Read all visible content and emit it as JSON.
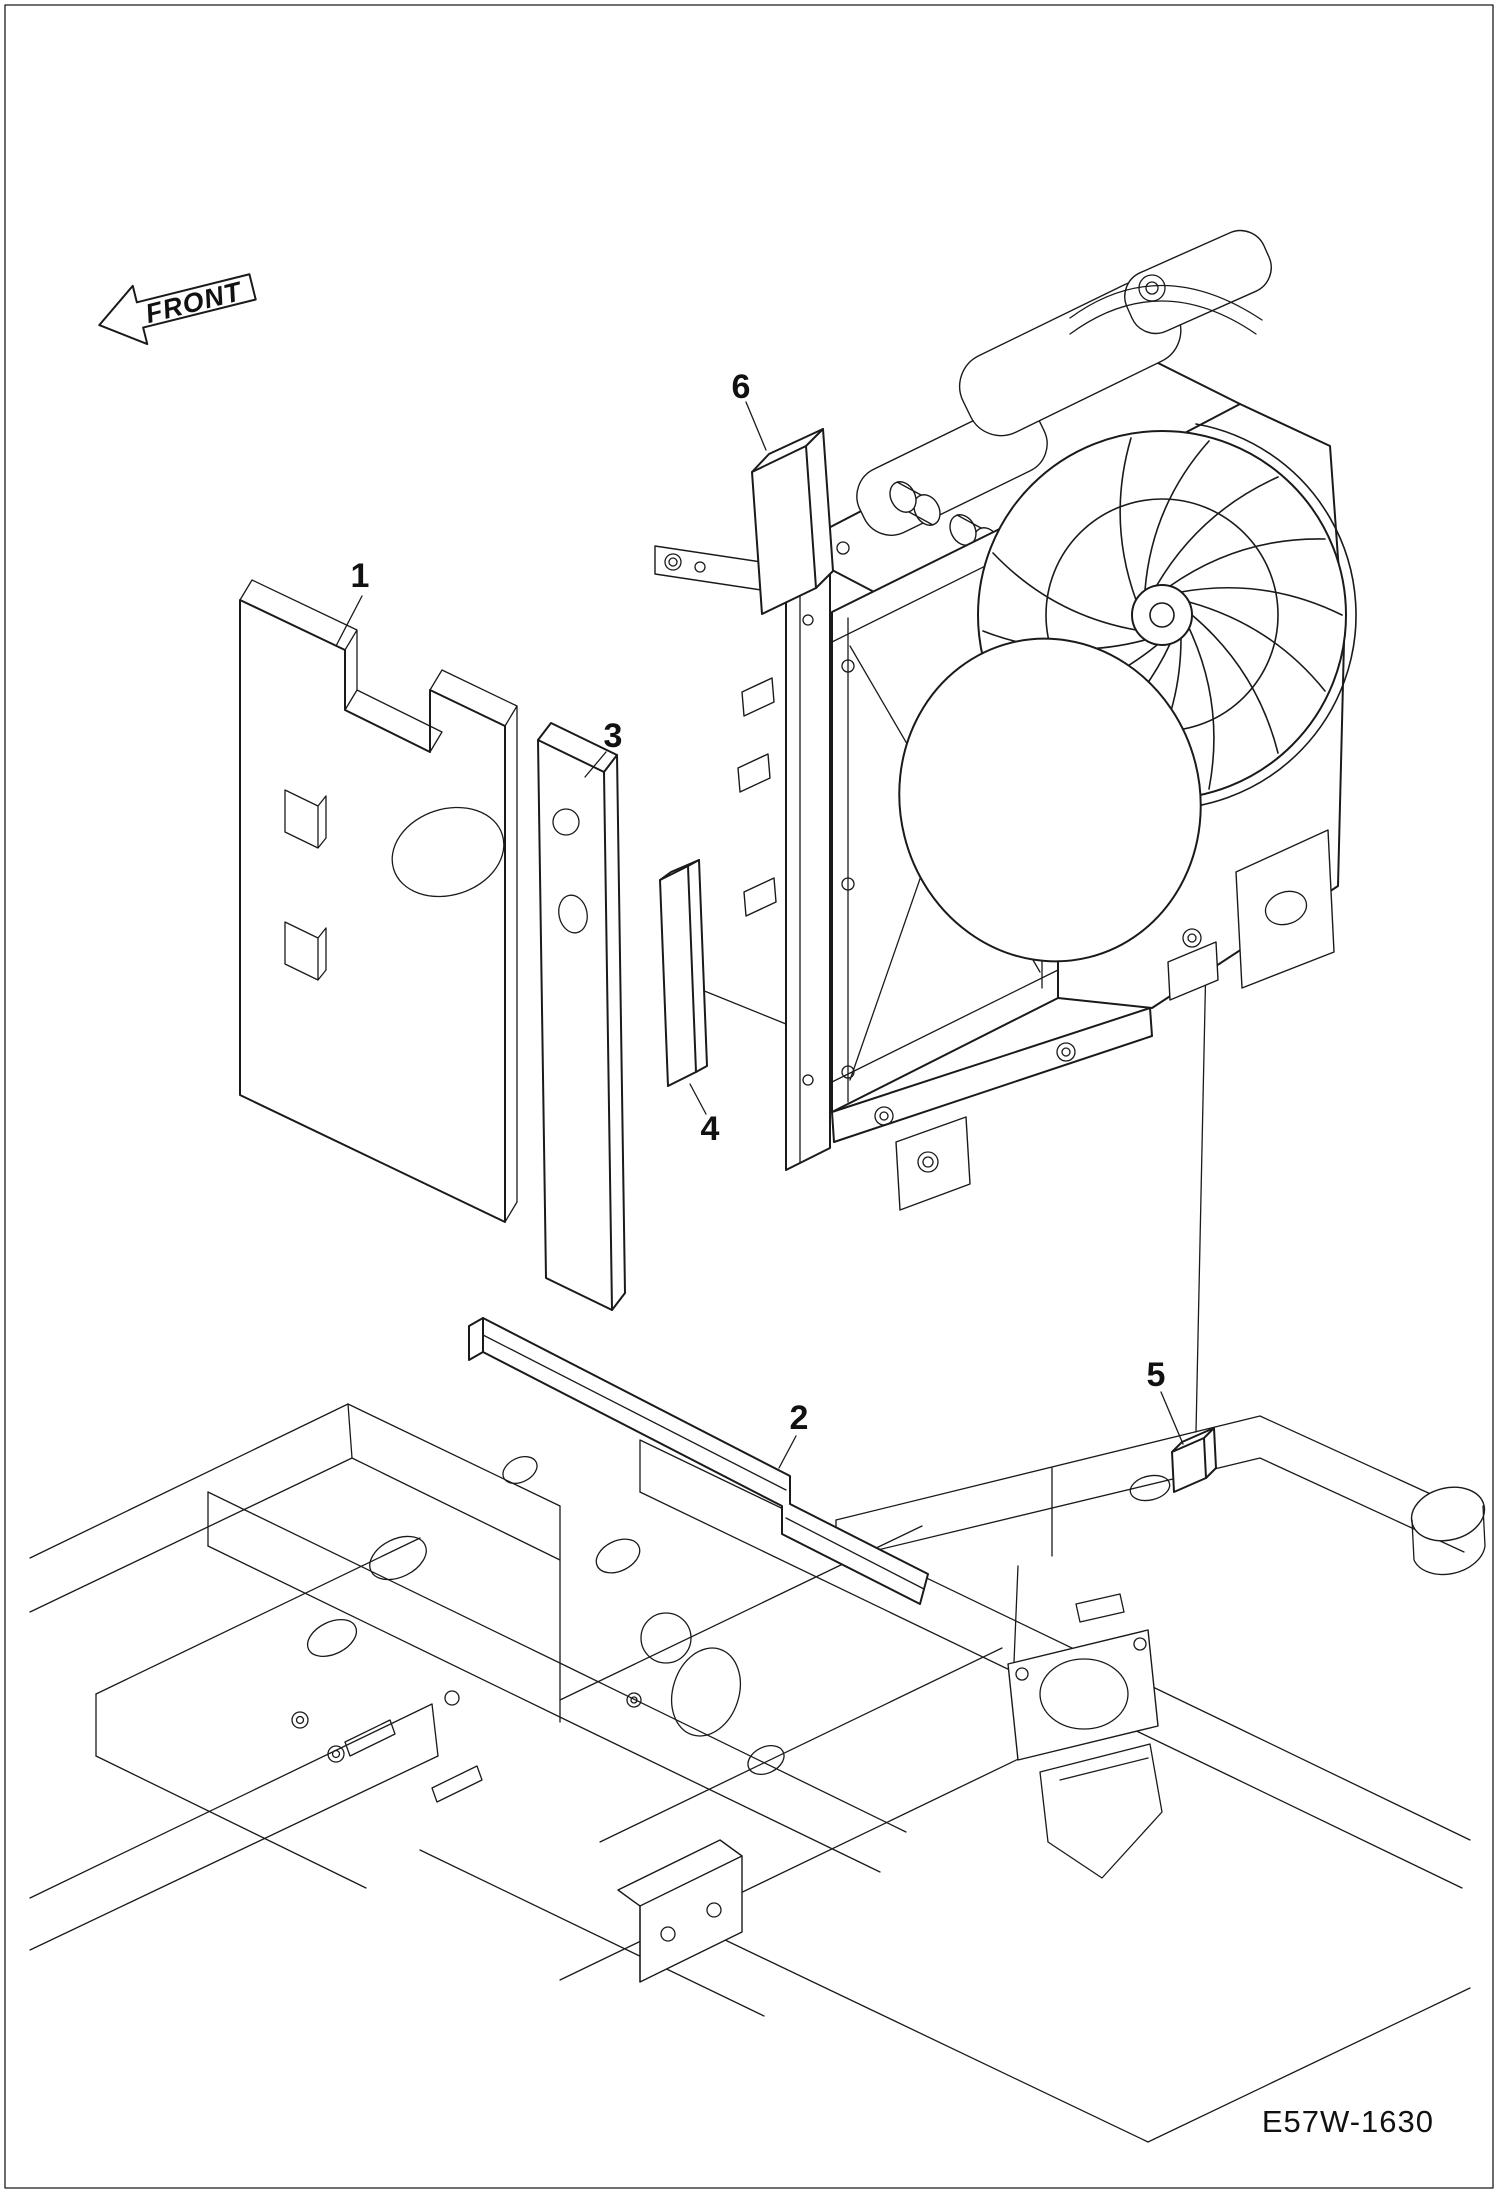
{
  "figure": {
    "code": "E57W-1630",
    "direction_label": "FRONT"
  },
  "callouts": [
    "1",
    "2",
    "3",
    "4",
    "5",
    "6"
  ],
  "colors": {
    "line": "#1a1a1a",
    "paper": "#ffffff"
  }
}
